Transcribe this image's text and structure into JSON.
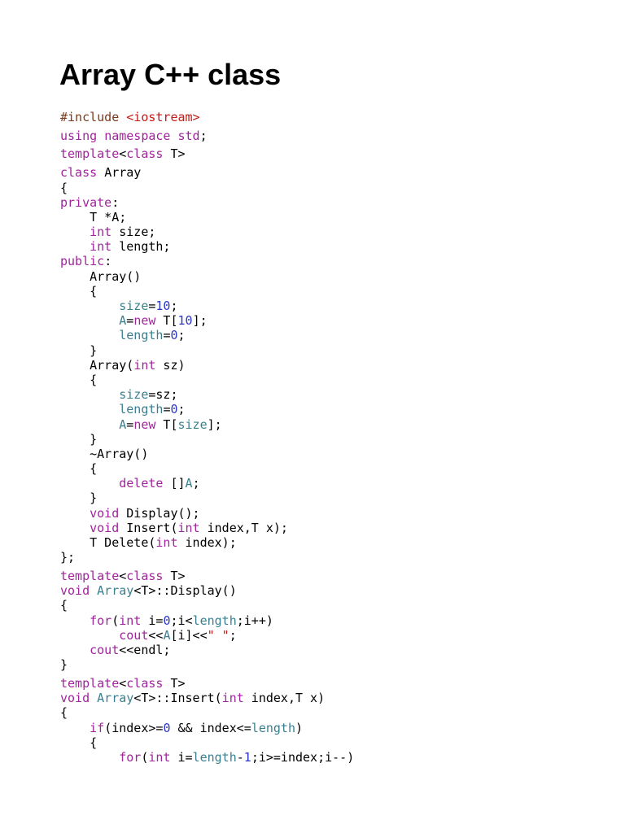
{
  "title": "Array C++ class",
  "lines": [
    {
      "indent": "",
      "gap": true,
      "tokens": [
        {
          "t": "#include ",
          "k": "pre"
        },
        {
          "t": "<iostream>",
          "k": "str"
        }
      ]
    },
    {
      "indent": "",
      "gap": true,
      "tokens": [
        {
          "t": "using ",
          "k": "kw"
        },
        {
          "t": "namespace ",
          "k": "kw"
        },
        {
          "t": "std",
          "k": "kw"
        },
        {
          "t": ";",
          "k": "plain"
        }
      ]
    },
    {
      "indent": "",
      "gap": true,
      "tokens": [
        {
          "t": "template",
          "k": "kw"
        },
        {
          "t": "<",
          "k": "plain"
        },
        {
          "t": "class",
          "k": "kw"
        },
        {
          "t": " T>",
          "k": "plain"
        }
      ]
    },
    {
      "indent": "",
      "gap": true,
      "tokens": [
        {
          "t": "class ",
          "k": "kw"
        },
        {
          "t": "Array",
          "k": "plain"
        }
      ]
    },
    {
      "indent": "",
      "tokens": [
        {
          "t": "{",
          "k": "plain"
        }
      ]
    },
    {
      "indent": "",
      "tokens": [
        {
          "t": "private",
          "k": "kw"
        },
        {
          "t": ":",
          "k": "plain"
        }
      ]
    },
    {
      "indent": "    ",
      "tokens": [
        {
          "t": "T *A;",
          "k": "plain"
        }
      ]
    },
    {
      "indent": "    ",
      "tokens": [
        {
          "t": "int",
          "k": "type"
        },
        {
          "t": " size;",
          "k": "plain"
        }
      ]
    },
    {
      "indent": "    ",
      "tokens": [
        {
          "t": "int",
          "k": "type"
        },
        {
          "t": " length;",
          "k": "plain"
        }
      ]
    },
    {
      "indent": "",
      "tokens": [
        {
          "t": "public",
          "k": "kw"
        },
        {
          "t": ":",
          "k": "plain"
        }
      ]
    },
    {
      "indent": "    ",
      "tokens": [
        {
          "t": "Array()",
          "k": "plain"
        }
      ]
    },
    {
      "indent": "    ",
      "tokens": [
        {
          "t": "{",
          "k": "plain"
        }
      ]
    },
    {
      "indent": "        ",
      "tokens": [
        {
          "t": "size",
          "k": "member"
        },
        {
          "t": "=",
          "k": "plain"
        },
        {
          "t": "10",
          "k": "num"
        },
        {
          "t": ";",
          "k": "plain"
        }
      ]
    },
    {
      "indent": "        ",
      "tokens": [
        {
          "t": "A",
          "k": "member"
        },
        {
          "t": "=",
          "k": "plain"
        },
        {
          "t": "new",
          "k": "kw"
        },
        {
          "t": " T[",
          "k": "plain"
        },
        {
          "t": "10",
          "k": "num"
        },
        {
          "t": "];",
          "k": "plain"
        }
      ]
    },
    {
      "indent": "        ",
      "tokens": [
        {
          "t": "length",
          "k": "member"
        },
        {
          "t": "=",
          "k": "plain"
        },
        {
          "t": "0",
          "k": "num"
        },
        {
          "t": ";",
          "k": "plain"
        }
      ]
    },
    {
      "indent": "    ",
      "tokens": [
        {
          "t": "}",
          "k": "plain"
        }
      ]
    },
    {
      "indent": "    ",
      "tokens": [
        {
          "t": "Array(",
          "k": "plain"
        },
        {
          "t": "int",
          "k": "type"
        },
        {
          "t": " sz)",
          "k": "plain"
        }
      ]
    },
    {
      "indent": "    ",
      "tokens": [
        {
          "t": "{",
          "k": "plain"
        }
      ]
    },
    {
      "indent": "        ",
      "tokens": [
        {
          "t": "size",
          "k": "member"
        },
        {
          "t": "=sz;",
          "k": "plain"
        }
      ]
    },
    {
      "indent": "        ",
      "tokens": [
        {
          "t": "length",
          "k": "member"
        },
        {
          "t": "=",
          "k": "plain"
        },
        {
          "t": "0",
          "k": "num"
        },
        {
          "t": ";",
          "k": "plain"
        }
      ]
    },
    {
      "indent": "        ",
      "tokens": [
        {
          "t": "A",
          "k": "member"
        },
        {
          "t": "=",
          "k": "plain"
        },
        {
          "t": "new",
          "k": "kw"
        },
        {
          "t": " T[",
          "k": "plain"
        },
        {
          "t": "size",
          "k": "member"
        },
        {
          "t": "];",
          "k": "plain"
        }
      ]
    },
    {
      "indent": "    ",
      "tokens": [
        {
          "t": "}",
          "k": "plain"
        }
      ]
    },
    {
      "indent": "    ",
      "tokens": [
        {
          "t": "~Array()",
          "k": "plain"
        }
      ]
    },
    {
      "indent": "    ",
      "tokens": [
        {
          "t": "{",
          "k": "plain"
        }
      ]
    },
    {
      "indent": "        ",
      "tokens": [
        {
          "t": "delete",
          "k": "kw"
        },
        {
          "t": " []",
          "k": "plain"
        },
        {
          "t": "A",
          "k": "member"
        },
        {
          "t": ";",
          "k": "plain"
        }
      ]
    },
    {
      "indent": "    ",
      "tokens": [
        {
          "t": "}",
          "k": "plain"
        }
      ]
    },
    {
      "indent": "    ",
      "tokens": [
        {
          "t": "void",
          "k": "type"
        },
        {
          "t": " Display();",
          "k": "plain"
        }
      ]
    },
    {
      "indent": "    ",
      "tokens": [
        {
          "t": "void",
          "k": "type"
        },
        {
          "t": " Insert(",
          "k": "plain"
        },
        {
          "t": "int",
          "k": "type"
        },
        {
          "t": " index,T x);",
          "k": "plain"
        }
      ]
    },
    {
      "indent": "    ",
      "tokens": [
        {
          "t": "T Delete(",
          "k": "plain"
        },
        {
          "t": "int",
          "k": "type"
        },
        {
          "t": " index);",
          "k": "plain"
        }
      ]
    },
    {
      "indent": "",
      "tokens": [
        {
          "t": "};",
          "k": "plain"
        }
      ]
    },
    {
      "indent": "",
      "gap": true,
      "tokens": [
        {
          "t": "template",
          "k": "kw"
        },
        {
          "t": "<",
          "k": "plain"
        },
        {
          "t": "class",
          "k": "kw"
        },
        {
          "t": " T>",
          "k": "plain"
        }
      ]
    },
    {
      "indent": "",
      "tokens": [
        {
          "t": "void",
          "k": "type"
        },
        {
          "t": " ",
          "k": "plain"
        },
        {
          "t": "Array",
          "k": "member"
        },
        {
          "t": "<T>::Display()",
          "k": "plain"
        }
      ]
    },
    {
      "indent": "",
      "tokens": [
        {
          "t": "{",
          "k": "plain"
        }
      ]
    },
    {
      "indent": "    ",
      "tokens": [
        {
          "t": "for",
          "k": "kw"
        },
        {
          "t": "(",
          "k": "plain"
        },
        {
          "t": "int",
          "k": "type"
        },
        {
          "t": " i=",
          "k": "plain"
        },
        {
          "t": "0",
          "k": "num"
        },
        {
          "t": ";i<",
          "k": "plain"
        },
        {
          "t": "length",
          "k": "member"
        },
        {
          "t": ";i++)",
          "k": "plain"
        }
      ]
    },
    {
      "indent": "        ",
      "tokens": [
        {
          "t": "cout",
          "k": "kw"
        },
        {
          "t": "<<",
          "k": "plain"
        },
        {
          "t": "A",
          "k": "member"
        },
        {
          "t": "[i]<<",
          "k": "plain"
        },
        {
          "t": "\" \"",
          "k": "str"
        },
        {
          "t": ";",
          "k": "plain"
        }
      ]
    },
    {
      "indent": "    ",
      "tokens": [
        {
          "t": "cout",
          "k": "kw"
        },
        {
          "t": "<<endl;",
          "k": "plain"
        }
      ]
    },
    {
      "indent": "",
      "tokens": [
        {
          "t": "}",
          "k": "plain"
        }
      ]
    },
    {
      "indent": "",
      "gap": true,
      "tokens": [
        {
          "t": "template",
          "k": "kw"
        },
        {
          "t": "<",
          "k": "plain"
        },
        {
          "t": "class",
          "k": "kw"
        },
        {
          "t": " T>",
          "k": "plain"
        }
      ]
    },
    {
      "indent": "",
      "tokens": [
        {
          "t": "void",
          "k": "type"
        },
        {
          "t": " ",
          "k": "plain"
        },
        {
          "t": "Array",
          "k": "member"
        },
        {
          "t": "<T>::Insert(",
          "k": "plain"
        },
        {
          "t": "int",
          "k": "type"
        },
        {
          "t": " index,T x)",
          "k": "plain"
        }
      ]
    },
    {
      "indent": "",
      "tokens": [
        {
          "t": "{",
          "k": "plain"
        }
      ]
    },
    {
      "indent": "    ",
      "tokens": [
        {
          "t": "if",
          "k": "kw"
        },
        {
          "t": "(index>=",
          "k": "plain"
        },
        {
          "t": "0",
          "k": "num"
        },
        {
          "t": " && index<=",
          "k": "plain"
        },
        {
          "t": "length",
          "k": "member"
        },
        {
          "t": ")",
          "k": "plain"
        }
      ]
    },
    {
      "indent": "    ",
      "tokens": [
        {
          "t": "{",
          "k": "plain"
        }
      ]
    },
    {
      "indent": "        ",
      "tokens": [
        {
          "t": "for",
          "k": "kw"
        },
        {
          "t": "(",
          "k": "plain"
        },
        {
          "t": "int",
          "k": "type"
        },
        {
          "t": " i=",
          "k": "plain"
        },
        {
          "t": "length",
          "k": "member"
        },
        {
          "t": "-",
          "k": "plain"
        },
        {
          "t": "1",
          "k": "num"
        },
        {
          "t": ";i>=index;i--)",
          "k": "plain"
        }
      ]
    }
  ]
}
